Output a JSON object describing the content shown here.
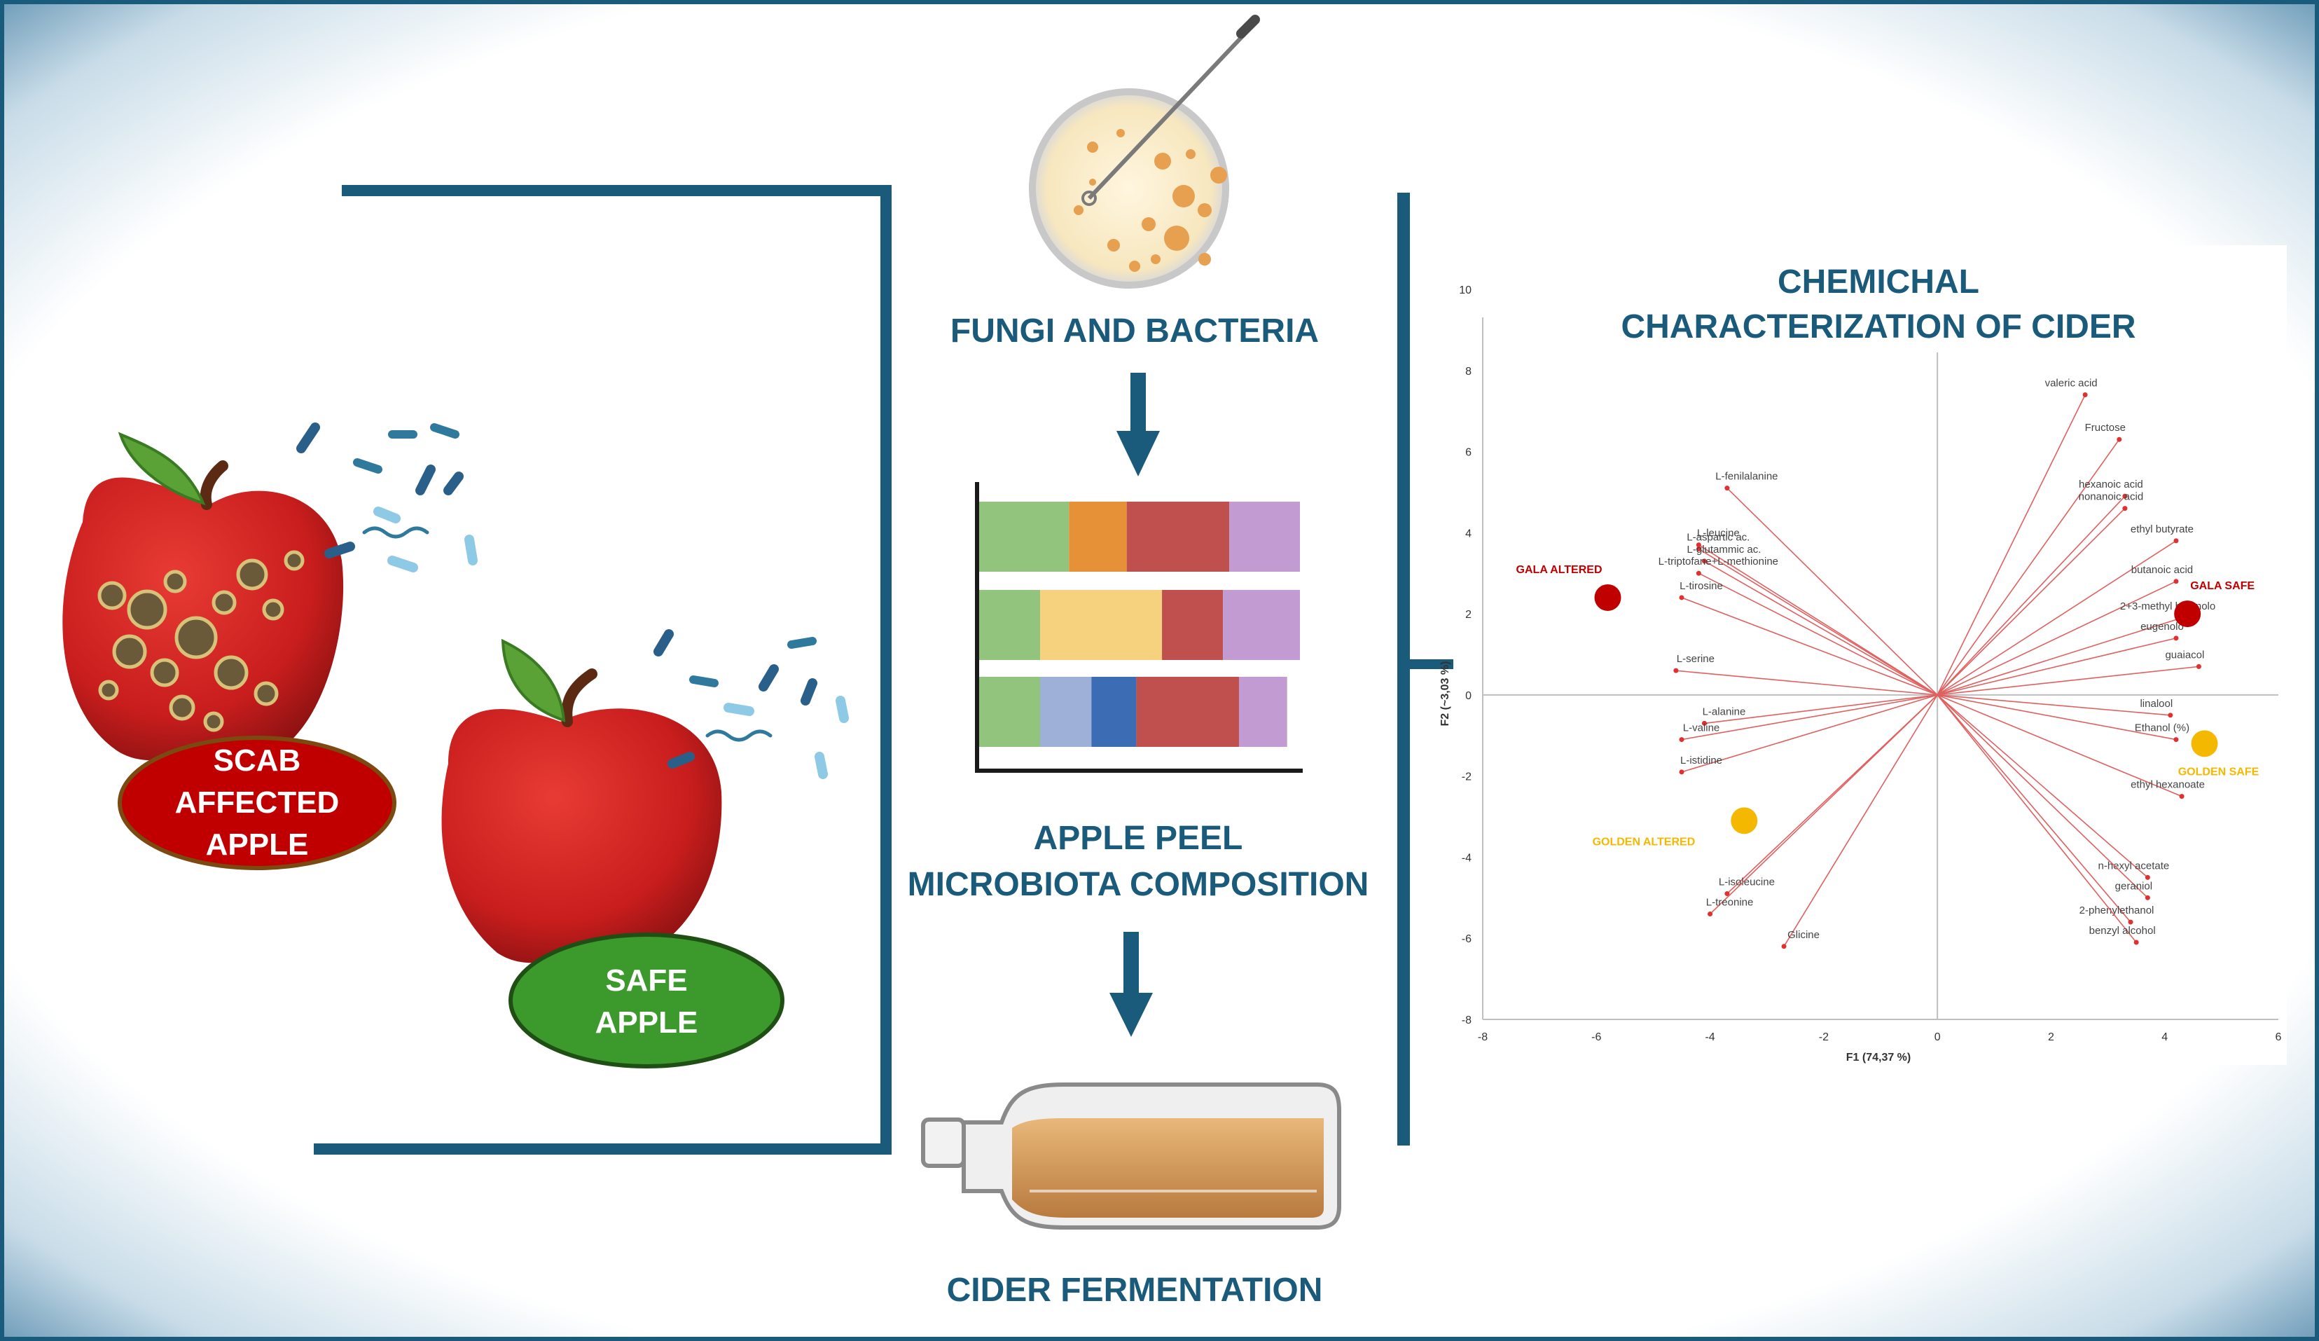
{
  "labels": {
    "scab": [
      "SCAB",
      "AFFECTED",
      "APPLE"
    ],
    "safe": [
      "SAFE",
      "APPLE"
    ],
    "fungi": "FUNGI AND BACTERIA",
    "peel": [
      "APPLE PEEL",
      "MICROBIOTA COMPOSITION"
    ],
    "cider": "CIDER FERMENTATION",
    "chem": [
      "CHEMICHAL",
      "CHARACTERIZATION OF CIDER"
    ]
  },
  "colors": {
    "frame": "#1a5a7a",
    "title": "#1a5a7a",
    "scab_badge": "#c00000",
    "safe_badge": "#3c9a2c",
    "vector": "#e06060",
    "gala": "#c00000",
    "golden": "#f5b800"
  },
  "bar_segments": [
    [
      "#93c47d",
      "#e69138",
      "#c0504d",
      "#c39bd3"
    ],
    [
      "#93c47d",
      "#f6d27f",
      "#c0504d",
      "#c39bd3"
    ],
    [
      "#93c47d",
      "#9fb0d8",
      "#3c6db4",
      "#c0504d",
      "#c39bd3"
    ]
  ],
  "bar_fractions": [
    [
      0.28,
      0.18,
      0.32,
      0.22
    ],
    [
      0.19,
      0.38,
      0.19,
      0.24
    ],
    [
      0.19,
      0.16,
      0.14,
      0.32,
      0.15
    ]
  ],
  "chart_data": {
    "type": "scatter",
    "xlabel": "F1 (74,37 %)",
    "ylabel": "F2 (~3,03 %)",
    "xlim": [
      -8,
      6
    ],
    "ylim": [
      -8,
      10
    ],
    "xticks": [
      -8,
      -6,
      -4,
      -2,
      0,
      2,
      4,
      6
    ],
    "yticks": [
      -8,
      -6,
      -4,
      -2,
      0,
      2,
      4,
      6,
      8,
      10
    ],
    "variables": [
      {
        "name": "valeric acid",
        "x": 2.6,
        "y": 7.4
      },
      {
        "name": "Fructose",
        "x": 3.2,
        "y": 6.3
      },
      {
        "name": "hexanoic acid",
        "x": 3.3,
        "y": 4.9
      },
      {
        "name": "nonanoic acid",
        "x": 3.3,
        "y": 4.6
      },
      {
        "name": "ethyl butyrate",
        "x": 4.2,
        "y": 3.8
      },
      {
        "name": "butanoic acid",
        "x": 4.2,
        "y": 2.8
      },
      {
        "name": "2+3-methyl butanolo",
        "x": 4.3,
        "y": 1.9
      },
      {
        "name": "eugenolo",
        "x": 4.2,
        "y": 1.4
      },
      {
        "name": "guaiacol",
        "x": 4.6,
        "y": 0.7
      },
      {
        "name": "linalool",
        "x": 4.1,
        "y": -0.5
      },
      {
        "name": "Ethanol (%)",
        "x": 4.2,
        "y": -1.1
      },
      {
        "name": "ethyl hexanoate",
        "x": 4.3,
        "y": -2.5
      },
      {
        "name": "n-hexyl acetate",
        "x": 3.7,
        "y": -4.5
      },
      {
        "name": "geraniol",
        "x": 3.7,
        "y": -5.0
      },
      {
        "name": "2-phenylethanol",
        "x": 3.4,
        "y": -5.6
      },
      {
        "name": "benzyl alcohol",
        "x": 3.5,
        "y": -6.1
      },
      {
        "name": "L-fenilalanine",
        "x": -3.7,
        "y": 5.1
      },
      {
        "name": "L-leucine",
        "x": -4.2,
        "y": 3.7
      },
      {
        "name": "L-aspartic ac.",
        "x": -4.2,
        "y": 3.6
      },
      {
        "name": "L-glutammic ac.",
        "x": -4.1,
        "y": 3.3
      },
      {
        "name": "L-triptofane+L-methionine",
        "x": -4.2,
        "y": 3.0
      },
      {
        "name": "L-tirosine",
        "x": -4.5,
        "y": 2.4
      },
      {
        "name": "L-serine",
        "x": -4.6,
        "y": 0.6
      },
      {
        "name": "L-alanine",
        "x": -4.1,
        "y": -0.7
      },
      {
        "name": "L-valine",
        "x": -4.5,
        "y": -1.1
      },
      {
        "name": "L-istidine",
        "x": -4.5,
        "y": -1.9
      },
      {
        "name": "L-isoleucine",
        "x": -3.7,
        "y": -4.9
      },
      {
        "name": "L-treonine",
        "x": -4.0,
        "y": -5.4
      },
      {
        "name": "Glicine",
        "x": -2.7,
        "y": -6.2
      }
    ],
    "samples": [
      {
        "name": "GALA ALTERED",
        "x": -5.8,
        "y": 2.4,
        "color": "#c00000"
      },
      {
        "name": "GALA SAFE",
        "x": 4.4,
        "y": 2.0,
        "color": "#c00000"
      },
      {
        "name": "GOLDEN SAFE",
        "x": 4.7,
        "y": -1.2,
        "color": "#f5b800"
      },
      {
        "name": "GOLDEN ALTERED",
        "x": -3.4,
        "y": -3.1,
        "color": "#f5b800"
      }
    ]
  }
}
